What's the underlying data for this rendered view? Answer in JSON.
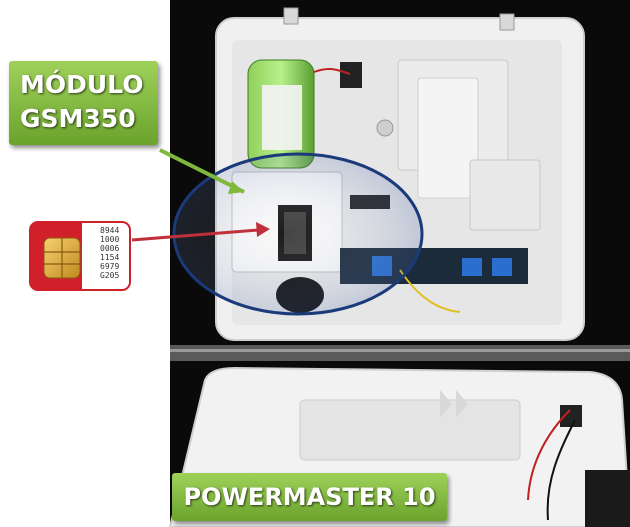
{
  "labels": {
    "module_line1": "MÓDULO",
    "module_line2": "GSM350",
    "panel": "POWERMASTER 10"
  },
  "sim_card": {
    "lines": [
      "8944",
      "1000",
      "0006",
      "1154",
      "6979",
      "G205"
    ]
  },
  "colors": {
    "label_green": "#7fb83a",
    "highlight_circle": "#1a3a7a",
    "pointer_arrow": "#c0303a",
    "sim_red": "#d0202a",
    "panel_white": "#f2f2f2"
  }
}
